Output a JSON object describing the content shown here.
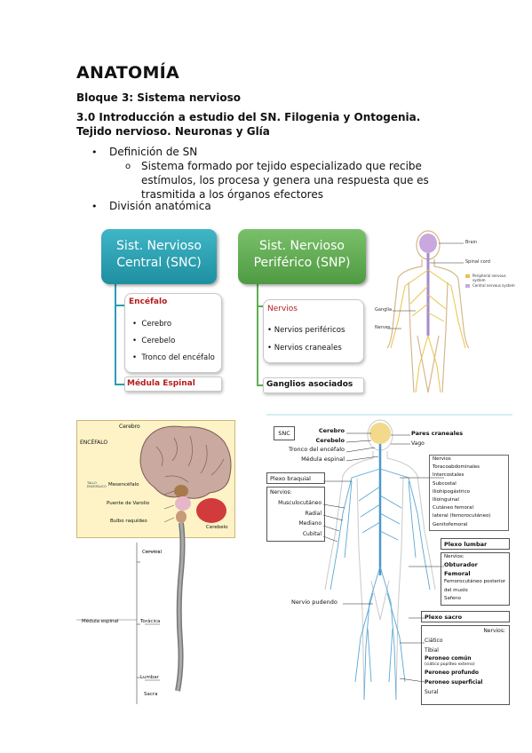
{
  "title": "ANATOMÍA",
  "block": "Bloque 3:  Sistema nervioso",
  "section": "3.0 Introducción a estudio del SN. Filogenia y Ontogenia. Tejido nervioso. Neuronas y Glía",
  "list": {
    "item1": "Definición de SN",
    "sub1": "Sistema formado por tejido especializado que recibe estímulos, los procesa y genera una respuesta que es trasmitida a los órganos efectores",
    "item2": "División anatómica"
  },
  "diagram": {
    "snc_title": "Sist. Nervioso Central (SNC)",
    "snp_title": "Sist. Nervioso Periférico (SNP)",
    "encefalo": "Encéfalo",
    "encefalo_items": [
      "Cerebro",
      "Cerebelo",
      "Tronco del encéfalo"
    ],
    "medula": "Médula Espinal",
    "nervios": "Nervios",
    "nervios_items": [
      "Nervios periféricos",
      "Nervios craneales"
    ],
    "ganglios": "Ganglios asociados"
  },
  "figure1": {
    "labels": [
      "Brain",
      "Spinal cord",
      "Ganglia",
      "Nerves"
    ],
    "legend": [
      "Peripheral nervous system",
      "Central nervous system"
    ]
  },
  "figure2": {
    "cerebro": "Cerebro",
    "encefalo": "ENCÉFALO",
    "tallo": "TALLO ENCEFÁLICO",
    "mesencefalo": "Mesencéfalo",
    "puente": "Puente de Varolio",
    "bulbo": "Bulbo raquídeo",
    "cerebelo": "Cerebelo",
    "cervical": "Cervical",
    "medula": "Médula espinal",
    "toracica": "Torácica",
    "lumbar": "Lumbar",
    "sacra": "Sacra"
  },
  "figure3": {
    "snc": "SNC",
    "left_top": [
      "Cerebro",
      "Cerebelo",
      "Tronco del encéfalo",
      "Médula espinal"
    ],
    "pares": "Pares craneales",
    "vago": "Vago",
    "nervios_box": [
      "Nervios",
      "Toracoabdominales",
      "Intercostales",
      "Subcostal",
      "Iliohipogástrico",
      "Ilioinguinal",
      "Cutáneo femoral",
      "lateral (femorocutáneo)",
      "Genitofemoral"
    ],
    "plexo_braquial": "Plexo braquial",
    "braquial_items": [
      "Nervios:",
      "Musculocutáneo",
      "Radial",
      "Mediano",
      "Cubital"
    ],
    "plexo_lumbar": "Plexo lumbar",
    "lumbar_items": [
      "Nervios:",
      "Obturador",
      "Femoral",
      "Femorocutáneo posterior",
      "del muslo",
      "Safeno"
    ],
    "pudendo": "Nervio pudendo",
    "plexo_sacro": "Plexo sacro",
    "sacro_items": [
      "Nervios:",
      "Ciático",
      "Tibial",
      "Peroneo común",
      "(ciático poplíteo externo)",
      "Peroneo profundo",
      "Peroneo superficial",
      "Sural"
    ]
  },
  "colors": {
    "snc": "#2a9fb0",
    "snp": "#5fae52",
    "red": "#b31d1d",
    "nerve": "#5aa7d6",
    "brainbox": "#fdf3c6"
  }
}
